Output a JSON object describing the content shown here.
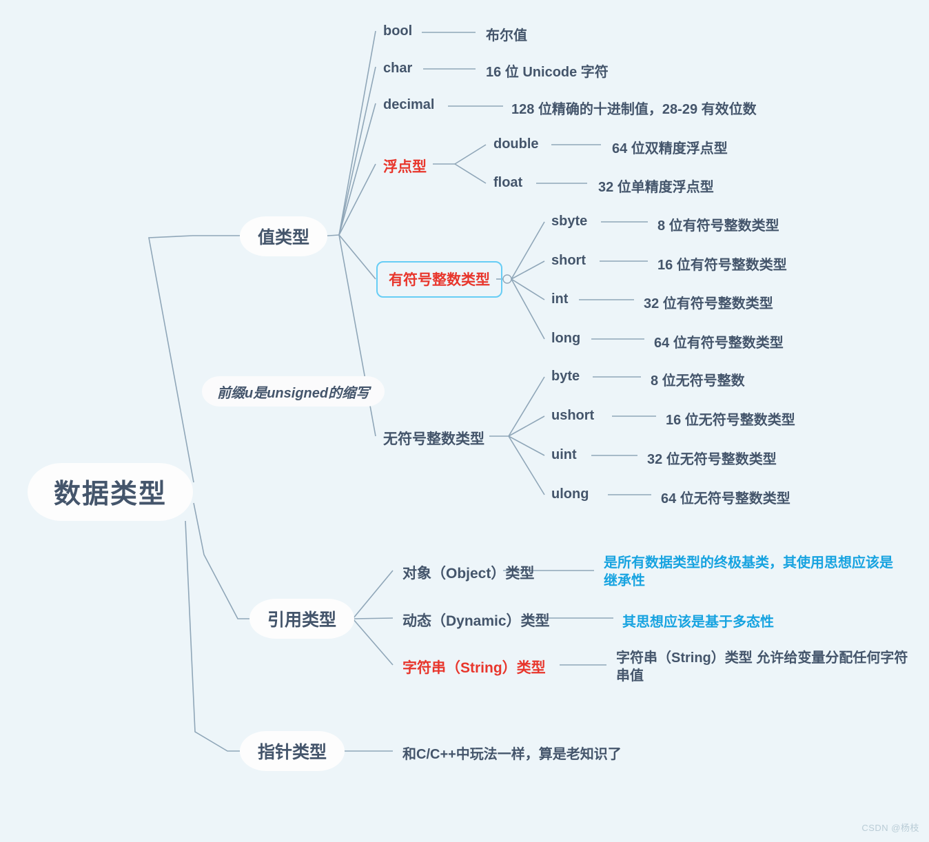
{
  "meta": {
    "background_color": "#edf5f9",
    "text_color": "#44556b",
    "accent_red": "#e8362c",
    "accent_blue": "#17a3e0",
    "box_border_color": "#66cdf5",
    "edge_color": "#8fa6b8",
    "watermark": "CSDN @杨枝"
  },
  "root": {
    "label": "数据类型"
  },
  "branches": {
    "value_type": {
      "label": "值类型",
      "children": {
        "bool": {
          "label": "bool",
          "desc": "布尔值"
        },
        "char": {
          "label": "char",
          "desc": "16 位 Unicode 字符"
        },
        "decimal": {
          "label": "decimal",
          "desc": "128 位精确的十进制值，28-29 有效位数"
        },
        "float_group": {
          "label": "浮点型",
          "children": [
            {
              "label": "double",
              "desc": "64 位双精度浮点型"
            },
            {
              "label": "float",
              "desc": "32 位单精度浮点型"
            }
          ]
        },
        "signed_group": {
          "label": "有符号整数类型",
          "children": [
            {
              "label": "sbyte",
              "desc": "8 位有符号整数类型"
            },
            {
              "label": "short",
              "desc": "16 位有符号整数类型"
            },
            {
              "label": "int",
              "desc": "32 位有符号整数类型"
            },
            {
              "label": "long",
              "desc": "64 位有符号整数类型"
            }
          ]
        },
        "unsigned_group": {
          "label": "无符号整数类型",
          "note": "前缀u是unsigned的缩写",
          "children": [
            {
              "label": "byte",
              "desc": "8 位无符号整数"
            },
            {
              "label": "ushort",
              "desc": "16 位无符号整数类型"
            },
            {
              "label": "uint",
              "desc": "32 位无符号整数类型"
            },
            {
              "label": "ulong",
              "desc": "64 位无符号整数类型"
            }
          ]
        }
      }
    },
    "reference_type": {
      "label": "引用类型",
      "children": [
        {
          "label": "对象（Object）类型",
          "desc": "是所有数据类型的终极基类，其使用思想应该是继承性"
        },
        {
          "label": "动态（Dynamic）类型",
          "desc": "其思想应该是基于多态性"
        },
        {
          "label": "字符串（String）类型",
          "desc": "字符串（String）类型 允许给变量分配任何字符串值"
        }
      ]
    },
    "pointer_type": {
      "label": "指针类型",
      "children": [
        {
          "label": "和C/C++中玩法一样，算是老知识了"
        }
      ]
    }
  }
}
